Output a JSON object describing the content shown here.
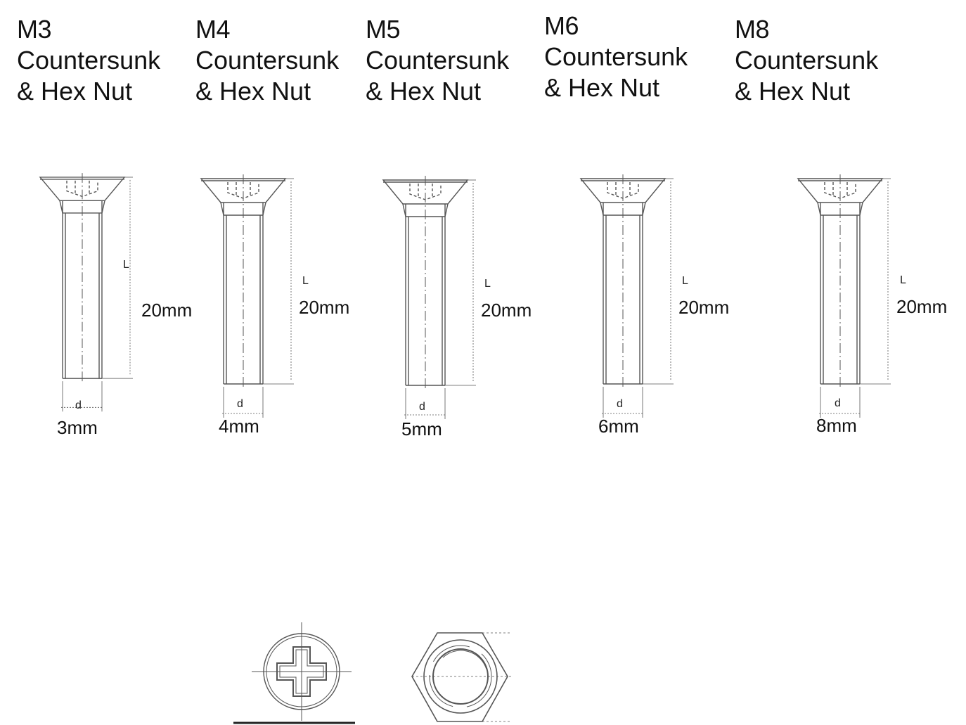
{
  "columns": [
    {
      "size": "M3",
      "type": "Countersunk",
      "nut": "& Hex Nut",
      "length_label": "20mm",
      "diameter_label": "3mm",
      "L_letter": "L",
      "d_letter": "d"
    },
    {
      "size": "M4",
      "type": "Countersunk",
      "nut": "& Hex Nut",
      "length_label": "20mm",
      "diameter_label": "4mm",
      "L_letter": "L",
      "d_letter": "d"
    },
    {
      "size": "M5",
      "type": "Countersunk",
      "nut": "& Hex Nut",
      "length_label": "20mm",
      "diameter_label": "5mm",
      "L_letter": "L",
      "d_letter": "d"
    },
    {
      "size": "M6",
      "type": "Countersunk",
      "nut": "& Hex Nut",
      "length_label": "20mm",
      "diameter_label": "6mm",
      "L_letter": "L",
      "d_letter": "d"
    },
    {
      "size": "M8",
      "type": "Countersunk",
      "nut": "& Hex Nut",
      "length_label": "20mm",
      "diameter_label": "8mm",
      "L_letter": "L",
      "d_letter": "d"
    }
  ],
  "icons": {
    "screw_head_top": "phillips-head-top-view-icon",
    "hex_nut_top": "hex-nut-top-view-icon"
  },
  "colors": {
    "line": "#555555",
    "text": "#111111",
    "background": "#ffffff"
  }
}
